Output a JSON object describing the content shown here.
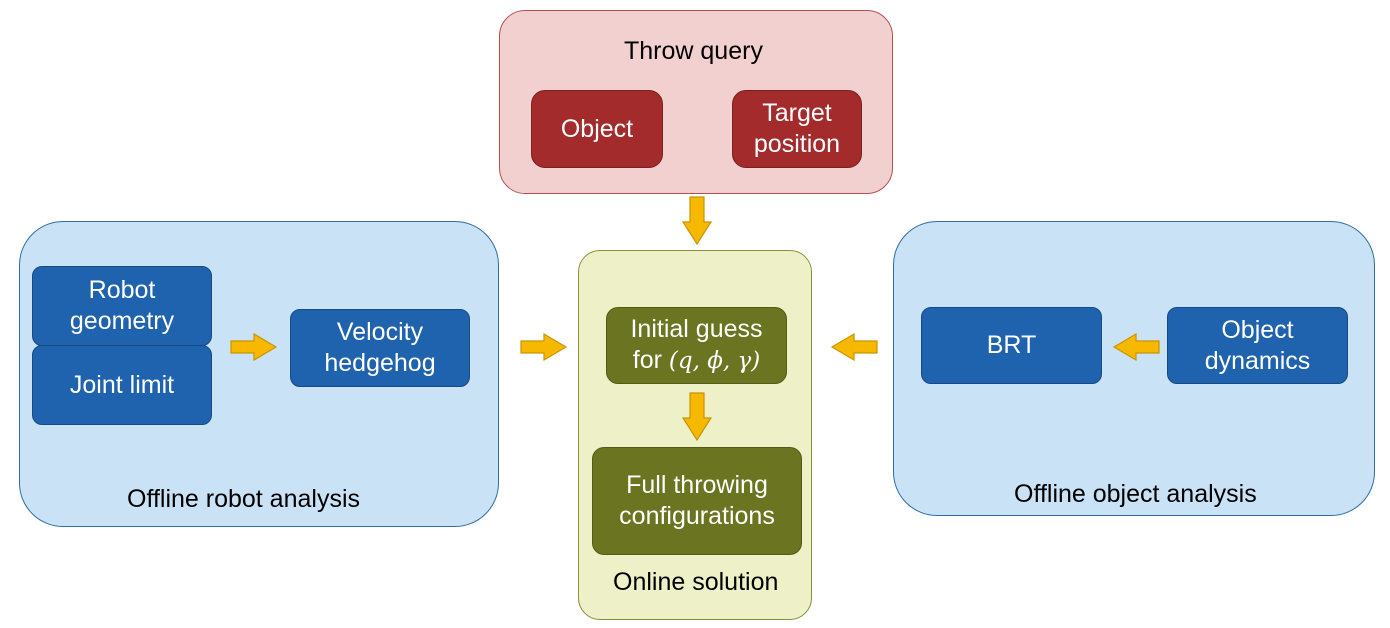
{
  "throw_query": {
    "title": "Throw query",
    "object": "Object",
    "target_line1": "Target",
    "target_line2": "position"
  },
  "robot_analysis": {
    "caption": "Offline robot analysis",
    "geometry_line1": "Robot",
    "geometry_line2": "geometry",
    "joint_limit": "Joint limit",
    "hedgehog_line1": "Velocity",
    "hedgehog_line2": "hedgehog"
  },
  "online_solution": {
    "caption": "Online solution",
    "guess_line1": "Initial guess",
    "guess_prefix": "for",
    "guess_math": "(q, ϕ, γ)",
    "full_line1": "Full throwing",
    "full_line2": "configurations"
  },
  "object_analysis": {
    "caption": "Offline object analysis",
    "brt": "BRT",
    "dynamics_line1": "Object",
    "dynamics_line2": "dynamics"
  },
  "colors": {
    "arrow_fill": "#f7b800",
    "arrow_stroke": "#c99400",
    "query_panel": "#f2d0d0",
    "query_box": "#a32b2b",
    "analysis_panel": "#c9e2f6",
    "analysis_box": "#1f62ad",
    "online_panel": "#eef1c8",
    "online_box": "#6b7420"
  }
}
